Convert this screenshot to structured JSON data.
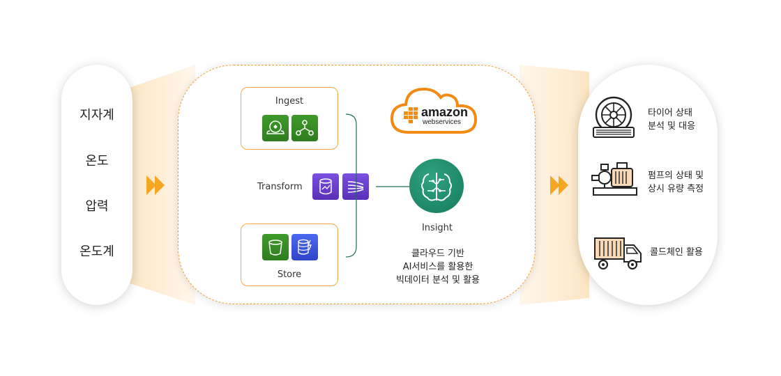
{
  "sensors": {
    "items": [
      "지자계",
      "온도",
      "압력",
      "온도계"
    ]
  },
  "pipeline": {
    "ingest_label": "Ingest",
    "transform_label": "Transform",
    "store_label": "Store",
    "insight_label": "Insight",
    "description": [
      "클라우드 기반",
      "AI서비스를 활용한",
      "빅데이터 분석 및 활용"
    ],
    "logo": {
      "brand": "amazon",
      "sub": "webservices"
    }
  },
  "applications": {
    "items": [
      {
        "icon": "tire-icon",
        "lines": [
          "타이어 상태",
          "분석 및 대응"
        ]
      },
      {
        "icon": "pump-icon",
        "lines": [
          "펌프의 상태 및",
          "상시 유량 측정"
        ]
      },
      {
        "icon": "truck-icon",
        "lines": [
          "콜드체인 활용"
        ]
      }
    ]
  },
  "colors": {
    "accent_orange": "#f5a623",
    "dashed_border": "#f0a030",
    "aws_green": "#2f7d1f",
    "aws_purple": "#6a3fd0",
    "aws_blue": "#3a55e0",
    "insight_teal": "#1e8a6c",
    "connector": "#1e6e56"
  }
}
